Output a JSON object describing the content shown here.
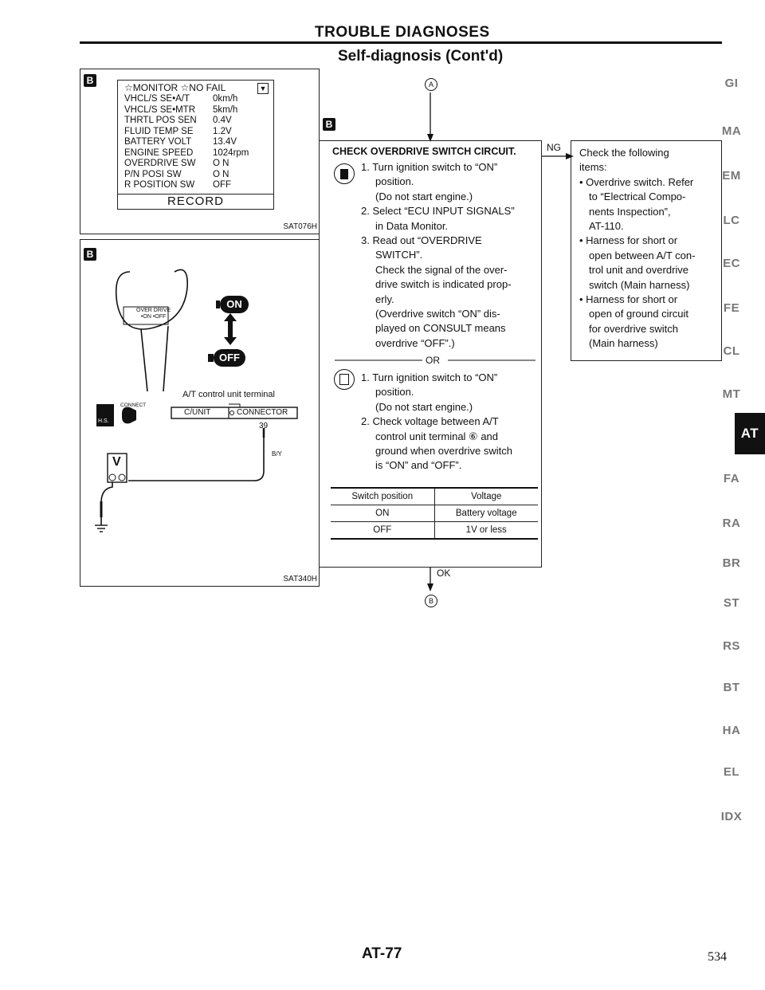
{
  "header": {
    "title": "TROUBLE DIAGNOSES",
    "subtitle": "Self-diagnosis (Cont'd)"
  },
  "monitor_panel": {
    "mark": "B",
    "header_left": "☆MONITOR ☆NO FAIL",
    "rows": [
      {
        "label": "VHCL/S SE•A/T",
        "value": "0km/h"
      },
      {
        "label": "VHCL/S SE•MTR",
        "value": "5km/h"
      },
      {
        "label": "THRTL POS SEN",
        "value": "0.4V"
      },
      {
        "label": "FLUID TEMP SE",
        "value": "1.2V"
      },
      {
        "label": "BATTERY VOLT",
        "value": "13.4V"
      },
      {
        "label": "ENGINE SPEED",
        "value": "1024rpm"
      },
      {
        "label": "OVERDRIVE SW",
        "value": "O N"
      },
      {
        "label": "P/N POSI SW",
        "value": "O N"
      },
      {
        "label": "R POSITION SW",
        "value": "OFF"
      }
    ],
    "record_button": "RECORD",
    "code": "SAT076H"
  },
  "wiring_panel": {
    "mark": "B",
    "knob_text": "OVER DRIVE",
    "knob_sub": "•ON •OFF",
    "on_label": "ON",
    "off_label": "OFF",
    "terminal_caption": "A/T control unit terminal",
    "connect_label": "CONNECT",
    "hs_label": "H.S.",
    "cunit": "C/UNIT",
    "connector": "CONNECTOR",
    "pin": "39",
    "wire": "B/Y",
    "meter": "V",
    "code": "SAT340H"
  },
  "flow": {
    "top_marker": "A",
    "bottom_marker": "B",
    "mark": "B",
    "heading": "CHECK OVERDRIVE SWITCH CIRCUIT.",
    "steps_a": [
      "1. Turn ignition switch to “ON”",
      "position.",
      "(Do not start engine.)",
      "2. Select “ECU INPUT SIGNALS”",
      "in Data Monitor.",
      "3. Read out “OVERDRIVE",
      "SWITCH”.",
      "Check the signal of the over-",
      "drive switch is indicated prop-",
      "erly.",
      "(Overdrive switch “ON” dis-",
      "played on CONSULT means",
      "overdrive “OFF”.)"
    ],
    "or_label": "OR",
    "steps_b": [
      "1. Turn ignition switch to “ON”",
      "position.",
      "(Do not start engine.)",
      "2. Check voltage between A/T",
      "control unit terminal ⑥ and",
      "ground when overdrive switch",
      "is “ON” and “OFF”."
    ],
    "table": {
      "headers": [
        "Switch position",
        "Voltage"
      ],
      "rows": [
        [
          "ON",
          "Battery voltage"
        ],
        [
          "OFF",
          "1V or less"
        ]
      ]
    },
    "ng_label": "NG",
    "ok_label": "OK",
    "ng_box": [
      "Check the following",
      "items:",
      "• Overdrive switch. Refer",
      "to “Electrical Compo-",
      "nents Inspection”,",
      "AT-110.",
      "• Harness for short or",
      "open between A/T con-",
      "trol unit and overdrive",
      "switch (Main harness)",
      "• Harness for short or",
      "open of ground circuit",
      "for overdrive switch",
      "(Main harness)"
    ]
  },
  "side_tabs": [
    "GI",
    "MA",
    "EM",
    "LC",
    "EC",
    "FE",
    "CL",
    "MT",
    "AT",
    "FA",
    "RA",
    "BR",
    "ST",
    "RS",
    "BT",
    "HA",
    "EL",
    "IDX"
  ],
  "active_tab": "AT",
  "footer": {
    "page_code": "AT-77",
    "page_number": "534"
  }
}
